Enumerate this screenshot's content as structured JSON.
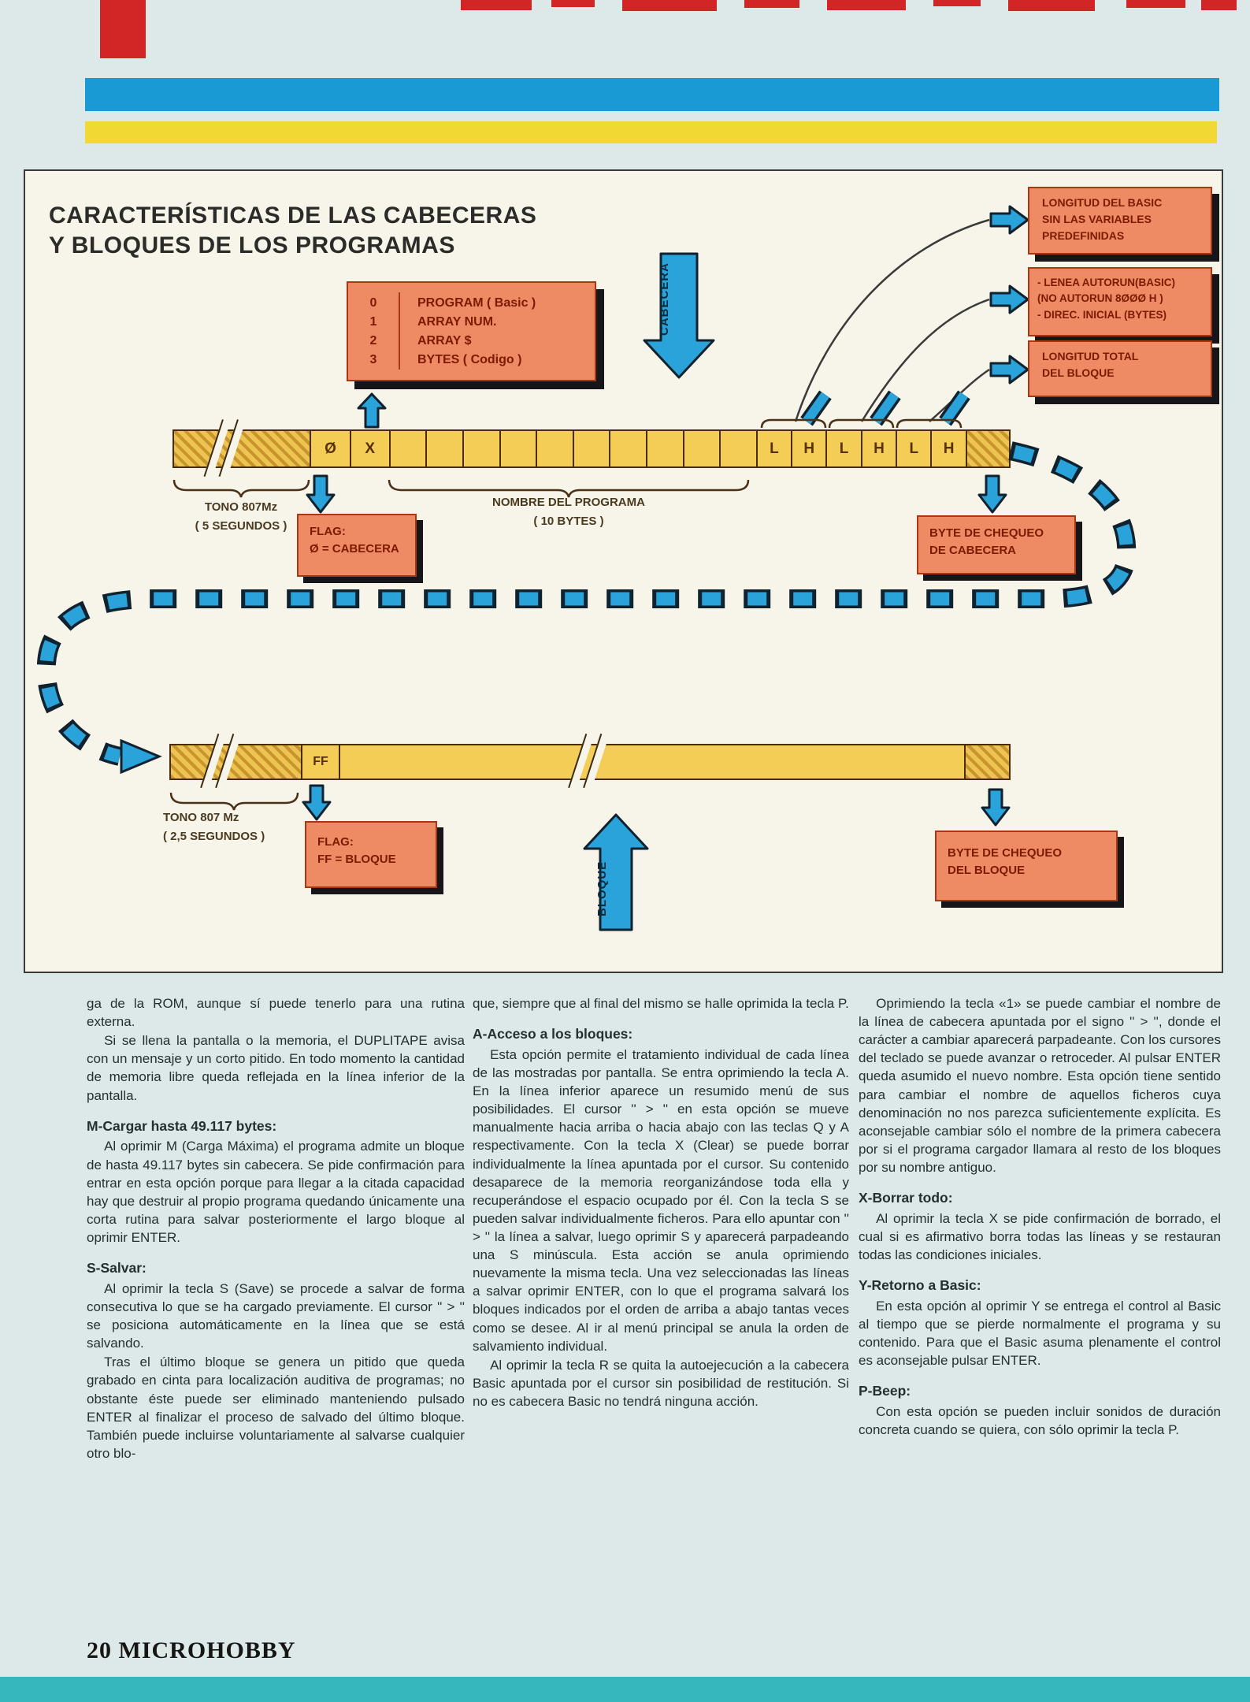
{
  "page": {
    "footer": "20 MICROHOBBY"
  },
  "diagram": {
    "title_line1": "CARACTERÍSTICAS DE LAS CABECERAS",
    "title_line2": "Y BLOQUES DE LOS PROGRAMAS",
    "type_table": {
      "rows": [
        [
          "0",
          "PROGRAM ( Basic )"
        ],
        [
          "1",
          "ARRAY NUM."
        ],
        [
          "2",
          "ARRAY $"
        ],
        [
          "3",
          "BYTES ( Codigo )"
        ]
      ]
    },
    "cabecera_arrow_label": "CABECERA",
    "bloque_arrow_label": "BLOQUE",
    "right_boxes": [
      {
        "lines": [
          "LONGITUD DEL BASIC",
          "SIN LAS VARIABLES",
          "PREDEFINIDAS"
        ]
      },
      {
        "lines": [
          "- LENEA AUTORUN(BASIC)",
          "(NO AUTORUN 8ØØØ H )",
          "- DIREC. INICIAL (BYTES)"
        ]
      },
      {
        "lines": [
          "LONGITUD TOTAL",
          "DEL BLOQUE"
        ]
      }
    ],
    "strip1": {
      "flag_cell": "Ø",
      "x_cell": "X",
      "lh_cells": [
        "L",
        "H",
        "L",
        "H",
        "L",
        "H"
      ],
      "name_cells": 10
    },
    "strip2": {
      "ff_cell": "FF"
    },
    "labels": {
      "tone1_line1": "TONO 807Mz",
      "tone1_line2": "( 5 SEGUNDOS )",
      "flag1_line1": "FLAG:",
      "flag1_line2": "Ø = CABECERA",
      "name_line1": "NOMBRE DEL PROGRAMA",
      "name_line2": "( 10 BYTES )",
      "check1_line1": "BYTE DE CHEQUEO",
      "check1_line2": "DE CABECERA",
      "tone2_line1": "TONO 807 Mz",
      "tone2_line2": "( 2,5 SEGUNDOS )",
      "flag2_line1": "FLAG:",
      "flag2_line2": "FF = BLOQUE",
      "check2_line1": "BYTE DE CHEQUEO",
      "check2_line2": "DEL BLOQUE"
    }
  },
  "columns": [
    [
      {
        "t": "p",
        "noindent": true,
        "text": "ga de la ROM, aunque sí puede tenerlo para una rutina externa."
      },
      {
        "t": "p",
        "text": "Si se llena la pantalla o la memoria, el DUPLITAPE avisa con un mensaje y un corto pitido. En todo momento la cantidad de memoria libre queda reflejada en la línea inferior de la pantalla."
      },
      {
        "t": "h",
        "text": "M-Cargar hasta 49.117 bytes:"
      },
      {
        "t": "p",
        "text": "Al oprimir M (Carga Máxima) el programa admite un bloque de hasta 49.117 bytes sin cabecera. Se pide confirmación para entrar en esta opción porque para llegar a la citada capacidad hay que destruir al propio programa quedando únicamente una corta rutina para salvar posteriormente el largo bloque al oprimir ENTER."
      },
      {
        "t": "h",
        "text": "S-Salvar:"
      },
      {
        "t": "p",
        "text": "Al oprimir la tecla S (Save) se procede a salvar de forma consecutiva lo que se ha cargado previamente. El cursor '' > '' se posiciona automáticamente en la línea que se está salvando."
      },
      {
        "t": "p",
        "text": "Tras el último bloque se genera un pitido que queda grabado en cinta para localización auditiva de programas; no obstante éste puede ser eliminado manteniendo pulsado ENTER al finalizar el proceso de salvado del último bloque. También puede incluirse voluntariamente al salvarse cualquier otro blo-"
      }
    ],
    [
      {
        "t": "p",
        "noindent": true,
        "text": "que, siempre que al final del mismo se halle oprimida la tecla P."
      },
      {
        "t": "h",
        "text": "A-Acceso a los bloques:"
      },
      {
        "t": "p",
        "text": "Esta opción permite el tratamiento individual de cada línea de las mostradas por pantalla. Se entra oprimiendo la tecla A. En la línea inferior aparece un resumido menú de sus posibilidades. El cursor '' > '' en esta opción se mueve manualmente hacia arriba o hacia abajo con las teclas Q y A respectivamente. Con la tecla X (Clear) se puede borrar individualmente la línea apuntada por el cursor. Su contenido desaparece de la memoria reorganizándose toda ella y recuperándose el espacio ocupado por él. Con la tecla S se pueden salvar individualmente ficheros. Para ello apuntar con '' > '' la línea a salvar, luego oprimir S y aparecerá parpadeando una S minúscula. Esta acción se anula oprimiendo nuevamente la misma tecla. Una vez seleccionadas las líneas a salvar oprimir ENTER, con lo que el programa salvará los bloques indicados por el orden de arriba a abajo tantas veces como se desee. Al ir al menú principal se anula la orden de salvamiento individual."
      },
      {
        "t": "p",
        "text": "Al oprimir la tecla R se quita la autoejecución a la cabecera Basic apuntada por el cursor sin posibilidad de restitución. Si no es cabecera Basic no tendrá ninguna acción."
      }
    ],
    [
      {
        "t": "p",
        "text": "Oprimiendo la tecla «1» se puede cambiar el nombre de la línea de cabecera apuntada por el signo '' > '', donde el carácter a cambiar aparecerá parpadeante. Con los cursores del teclado se puede avanzar o retroceder. Al pulsar ENTER queda asumido el nuevo nombre. Esta opción tiene sentido para cambiar el nombre de aquellos ficheros cuya denominación no nos parezca suficientemente explícita. Es aconsejable cambiar sólo el nombre de la primera cabecera por si el programa cargador llamara al resto de los bloques por su nombre antiguo."
      },
      {
        "t": "h",
        "text": "X-Borrar todo:"
      },
      {
        "t": "p",
        "text": "Al oprimir la tecla X se pide confirmación de borrado, el cual si es afirmativo borra todas las líneas y se restauran todas las condiciones iniciales."
      },
      {
        "t": "h",
        "text": "Y-Retorno a Basic:"
      },
      {
        "t": "p",
        "text": "En esta opción al oprimir Y se entrega el control al Basic al tiempo que se pierde normalmente el programa y su contenido. Para que el Basic asuma plenamente el control es aconsejable pulsar ENTER."
      },
      {
        "t": "h",
        "text": "P-Beep:"
      },
      {
        "t": "p",
        "text": "Con esta opción se pueden incluir sonidos de duración concreta cuando se quiera, con sólo oprimir la tecla P."
      }
    ]
  ]
}
